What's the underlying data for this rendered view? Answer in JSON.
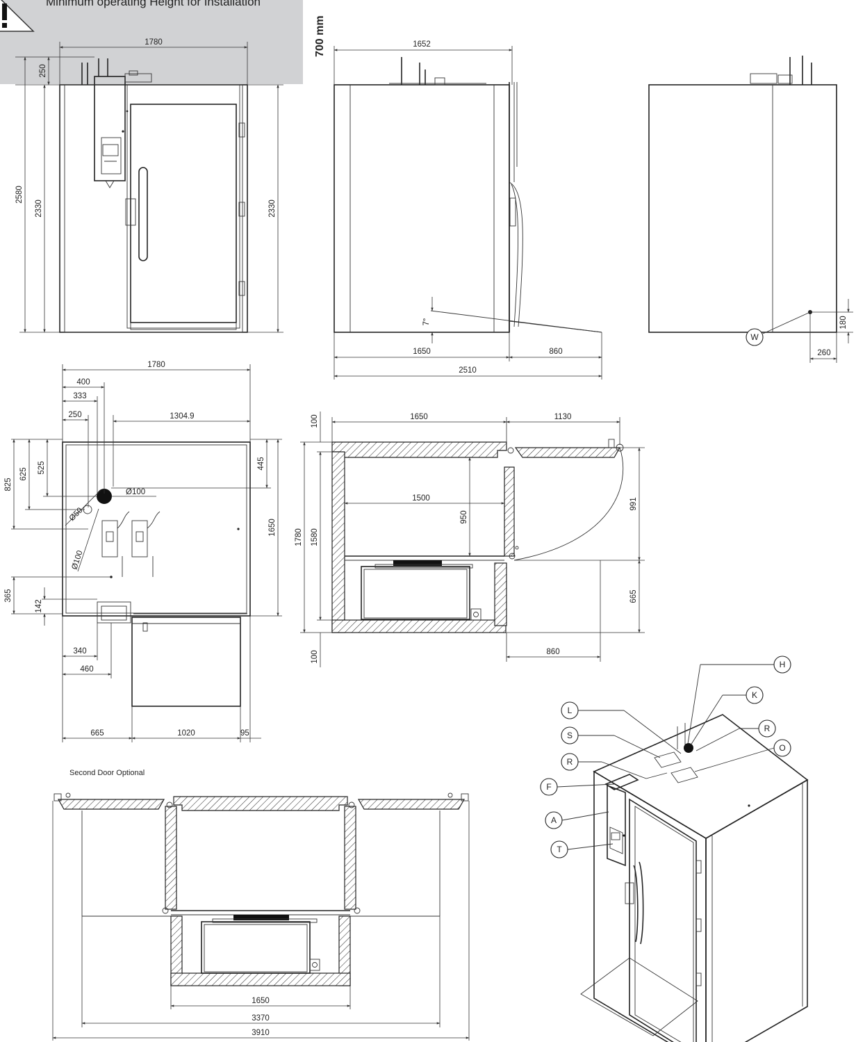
{
  "warning": {
    "text": "Minimum operating Height for Installation",
    "min_height_label": "700 mm",
    "icon": "warning-triangle-icon"
  },
  "front_view": {
    "width": "1780",
    "top_clearance": "250",
    "total_height": "2580",
    "body_height_left": "2330",
    "body_height_right": "2330"
  },
  "side_view": {
    "top_width": "1652",
    "door_angle": "7°",
    "body_depth": "1650",
    "door_swing": "860",
    "total_depth": "2510"
  },
  "rear_view": {
    "drain_height": "180",
    "drain_offset": "260",
    "drain_callout": "W"
  },
  "top_view": {
    "width": "1780",
    "d400": "400",
    "d333": "333",
    "d250": "250",
    "d1304": "1304.9",
    "d825": "825",
    "d625": "625",
    "d525": "525",
    "d445": "445",
    "phi100_a": "Ø100",
    "phi50": "Ø50",
    "phi100_b": "Ø100",
    "depth": "1650",
    "d365": "365",
    "d142": "142",
    "d340": "340",
    "d460": "460",
    "d665": "665",
    "d1020": "1020",
    "d95": "95"
  },
  "section_view": {
    "d100_top": "100",
    "d1650": "1650",
    "d1130": "1130",
    "d1500": "1500",
    "d950": "950",
    "d1780": "1780",
    "d1580": "1580",
    "d991": "991",
    "d665": "665",
    "d100_bottom": "100",
    "d860": "860"
  },
  "optional_view": {
    "title": "Second Door Optional",
    "d1650": "1650",
    "d3370": "3370",
    "d3910": "3910"
  },
  "isometric_view": {
    "callouts": [
      "H",
      "K",
      "L",
      "S",
      "R",
      "O",
      "R",
      "F",
      "A",
      "T"
    ]
  }
}
